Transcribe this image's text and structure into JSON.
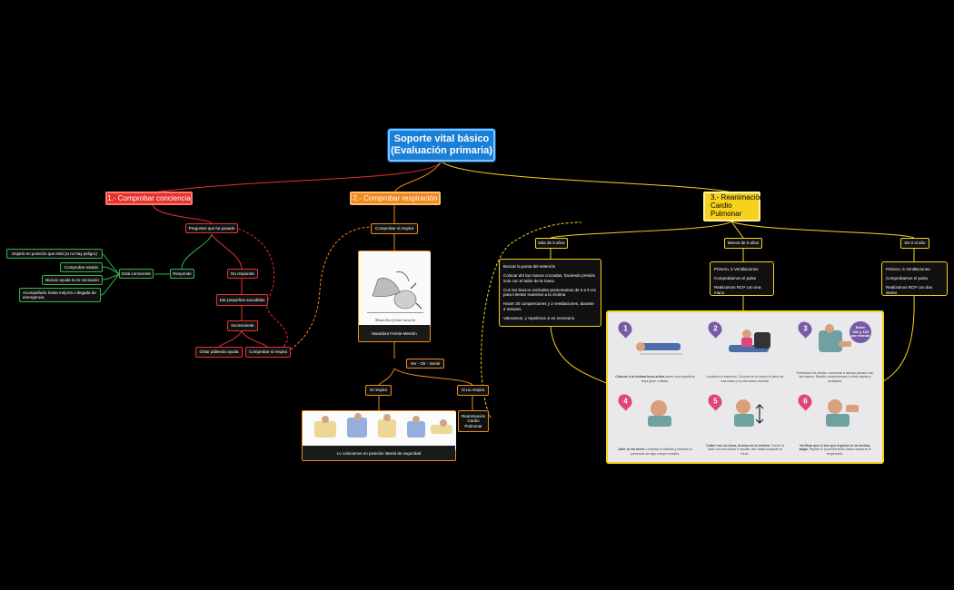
{
  "root": {
    "line1": "Soporte vital básico",
    "line2": "(Evaluación primaria)"
  },
  "branch1": {
    "title": "1.- Comprobar conciencia",
    "preguntar": "Preguntar que ha pasado",
    "esta_consciente": "Está consciente",
    "responde": "Responde",
    "no_responde": "No responde",
    "dar_sacudidas": "Dar pequeñas sacudidas",
    "inconsciente": "Inconsciente",
    "gritar": "Gritar pidiendo ayuda",
    "comprobar_respira": "Comprobar si respira",
    "consciente_items": [
      "Dejarlo en posición que está (si no hay peligro)",
      "Comprobar estado",
      "Buscar ayuda si es necesario",
      "Acompañarlo hasta mejoría o llegada de emergencia"
    ]
  },
  "branch2": {
    "title": "2.- Comprobar respiración",
    "comprobar": "Comprobar si respira",
    "maniobra_caption": "Maniobra Frente-Mentón",
    "maniobra_label": "Maniobra frente-mentón",
    "ver_oir": "Ver - Oír - Sentir",
    "si_respira": "Si respira",
    "si_no_respira": "Si no respira",
    "rcp": "Reanimación Cardio Pulmonar",
    "pls_caption": "Lo colocamos en posición lateral de seguridad"
  },
  "branch3": {
    "title_lines": [
      "3.- Reanimación",
      "Cardio",
      "Pulmonar"
    ],
    "mas8": "Más de 8 años",
    "menos8": "Menos de 8 años",
    "de0a1": "De 0 al año",
    "mas8_items": [
      "Buscar la punta del esternón",
      "Colocar ahí las manos cruzadas, haciendo presión solo con el talón de la mano",
      "Con los brazos verticales presionamos de 3 a 5 cm para intentar reanimar a la víctima",
      "Hacer 30 compresiones y 2 ventilaciones, durante 2 minutos",
      "Valoramos, y repetimos si es necesario"
    ],
    "menos8_items": [
      "Primero, 5 Ventilaciones",
      "Comprobamos el pulso",
      "Realizamos RCP con una mano"
    ],
    "de0a1_items": [
      "Primero, 5 Ventilaciones",
      "Comprobamos el pulso",
      "Realizamos RCP con dos dedos"
    ],
    "badge": [
      "Entre",
      "100 y 120",
      "por minuto"
    ],
    "steps": [
      {
        "n": "1",
        "bold": "Colocar a la víctima boca arriba",
        "text": "sobre una superficie dura (piso o tabla)."
      },
      {
        "n": "2",
        "bold": "",
        "text": "Localizar el esternón. Colocar en el centro el talón de una mano y la otra mano encima."
      },
      {
        "n": "3",
        "bold": "",
        "text": "Entrelazar los dedos, comenzar a aplicar presión con las manos. Repetir compresiones a ritmo rápido y constante."
      },
      {
        "n": "4",
        "bold": "Abrir la vía aérea.",
        "text": "Levantar la barbilla y verificar la presencia de algo cuerpo extraño."
      },
      {
        "n": "5",
        "bold": "Cubrir con su boca, la boca de la víctima.",
        "text": "Cerrar la nariz con los dedos e insuflar aire hasta expandir el tórax."
      },
      {
        "n": "6",
        "bold": "Verificar que el aire que ingresó en la víctima, salga.",
        "text": "Repetir el procedimiento hasta restaurar la respiración."
      }
    ]
  },
  "colors": {
    "red": "#e8312d",
    "orange": "#f0891a",
    "yellow": "#f6d21e",
    "green": "#2fb64a",
    "blue": "#1a7fd6",
    "pink": "#e0467a"
  }
}
